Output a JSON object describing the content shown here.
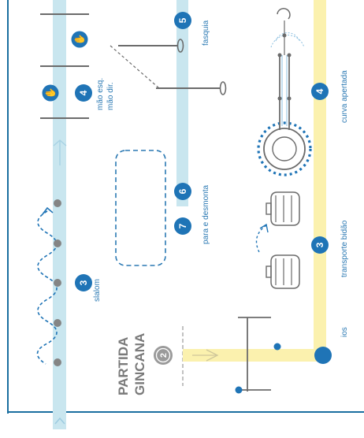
{
  "colors": {
    "track_blue": "#c9e6ef",
    "track_yellow": "#fbf1ae",
    "badge": "#1f74b6",
    "frame": "#1a6fa0",
    "label": "#2b79b3",
    "title": "#7a7a7a",
    "line": "#6b6b6b",
    "dashed": "#2b79b3"
  },
  "left_track": {
    "slalom": {
      "number": "3",
      "label": "slalom"
    },
    "hands": {
      "number": "4",
      "label_left": "mão esq.",
      "label_right": "mão dir."
    },
    "start": {
      "title_line1": "PARTIDA",
      "title_line2": "GINCANA",
      "number": "2"
    }
  },
  "middle_track": {
    "fasquia": {
      "number": "5",
      "label": "fasquia"
    },
    "para_e_desmonta": {
      "number_a": "7",
      "number_b": "6",
      "label": "para e desmonta"
    }
  },
  "right_track": {
    "curva_apertada": {
      "number": "4",
      "label": "curva apertada"
    },
    "transporte_bidao": {
      "number": "3",
      "label": "transporte bidão"
    },
    "partial_label": "ios"
  }
}
